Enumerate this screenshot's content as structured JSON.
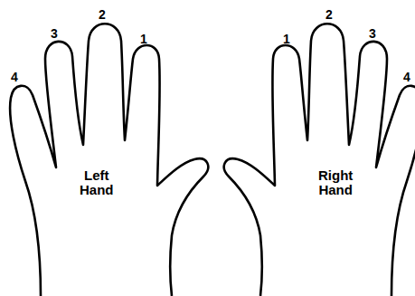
{
  "diagram": {
    "nodes": [
      {
        "text": [
          "Left Hand"
        ]
      },
      {
        "text": [
          "Right Hand"
        ]
      }
    ],
    "labels": [
      "4",
      "3",
      "2",
      "1",
      "1",
      "2",
      "3",
      "4"
    ]
  }
}
